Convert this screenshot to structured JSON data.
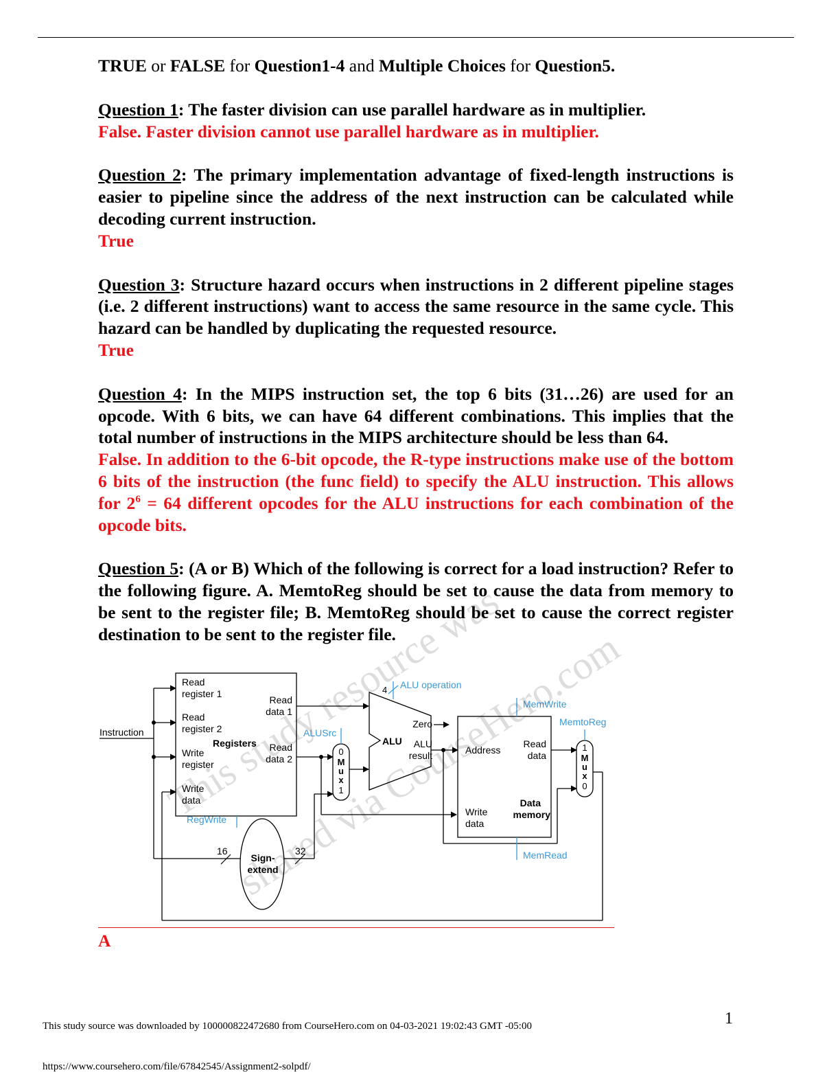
{
  "intro": {
    "t1": "TRUE",
    "t2": " or ",
    "t3": "FALSE",
    "t4": " for ",
    "t5": "Question1-4",
    "t6": " and ",
    "t7": "Multiple Choices",
    "t8": " for ",
    "t9": "Question5."
  },
  "questions": [
    {
      "label": "Question 1",
      "text": ": The faster division can use parallel hardware as in multiplier.",
      "answer": "False. Faster division cannot use parallel hardware as in multiplier."
    },
    {
      "label": "Question 2",
      "text": ": The primary implementation advantage of fixed-length instructions is easier to pipeline since the address of the next instruction can be calculated while decoding current instruction.",
      "answer": "True"
    },
    {
      "label": "Question 3",
      "text": ": Structure hazard occurs when instructions in 2 different pipeline stages (i.e. 2 different instructions) want to access the same resource in the same cycle. This hazard can be handled by duplicating the requested resource.",
      "answer": "True"
    },
    {
      "label": "Question 4",
      "text": ": In the MIPS instruction set, the top 6 bits (31…26) are used for an opcode. With 6 bits, we can have 64 different combinations. This implies that the total number of instructions in the MIPS architecture should be less than 64.",
      "answer_a": "False. In addition to the 6-bit opcode, the R-type instructions make use of the bottom 6 bits of the instruction (the func field) to specify the ALU instruction. This allows for 2",
      "answer_sup": "6",
      "answer_b": " = 64 different opcodes for the ALU instructions for each combination of the opcode bits."
    },
    {
      "label": "Question 5",
      "text": ": (A or B) Which of the following is correct for a load instruction? Refer to the following figure. A. MemtoReg should be set to cause the data from memory to be sent to the register file; B. MemtoReg should be set to cause the correct register destination to be sent to the register file.",
      "answer": "A"
    }
  ],
  "diagram": {
    "read_register_1": [
      "Read",
      "register 1"
    ],
    "read_register_2": [
      "Read",
      "register 2"
    ],
    "write_register": [
      "Write",
      "register"
    ],
    "write_data": [
      "Write",
      "data"
    ],
    "read_data_1": [
      "Read",
      "data 1"
    ],
    "read_data_2": [
      "Read",
      "data 2"
    ],
    "registers": "Registers",
    "instruction": "Instruction",
    "regwrite": "RegWrite",
    "alusrc": "ALUSrc",
    "alu_op_bits": "4",
    "alu_operation": "ALU operation",
    "alu": "ALU",
    "zero": "Zero",
    "alu_result": [
      "ALU",
      "result"
    ],
    "memwrite": "MemWrite",
    "memtoreg": "MemtoReg",
    "memread": "MemRead",
    "address": "Address",
    "dm_read_data": [
      "Read",
      "data"
    ],
    "dm_write_data": [
      "Write",
      "data"
    ],
    "data_memory": [
      "Data",
      "memory"
    ],
    "mux_left": [
      "0",
      "M",
      "u",
      "x",
      "1"
    ],
    "mux_right": [
      "1",
      "M",
      "u",
      "x",
      "0"
    ],
    "sign_extend": [
      "Sign-",
      "extend"
    ],
    "bits_in": "16",
    "bits_out": "32",
    "colors": {
      "control": "#3a9ad9",
      "lines": "#000000",
      "answer": "#e8141b"
    }
  },
  "watermark": [
    "This study resource was",
    "shared via CourseHero.com"
  ],
  "footer": {
    "source": "This study source was downloaded by 100000822472680 from CourseHero.com on 04-03-2021 19:02:43 GMT -05:00",
    "page_number": "1",
    "url": "https://www.coursehero.com/file/67842545/Assignment2-solpdf/"
  }
}
